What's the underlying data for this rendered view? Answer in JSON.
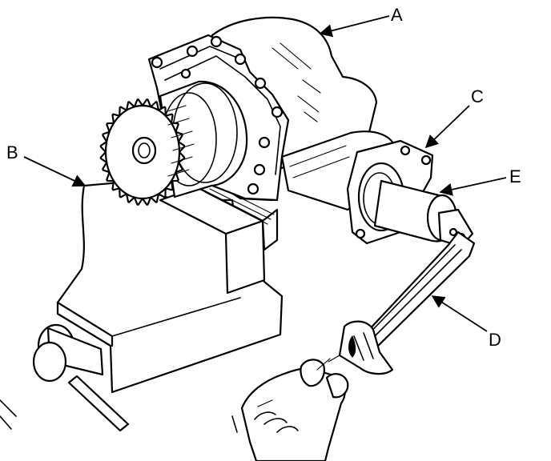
{
  "callouts": [
    {
      "id": "A",
      "text": "A"
    },
    {
      "id": "B",
      "text": "B"
    },
    {
      "id": "C",
      "text": "C"
    },
    {
      "id": "D",
      "text": "D"
    },
    {
      "id": "E",
      "text": "E"
    }
  ],
  "colors": {
    "ink": "#000000",
    "paper": "#ffffff"
  }
}
